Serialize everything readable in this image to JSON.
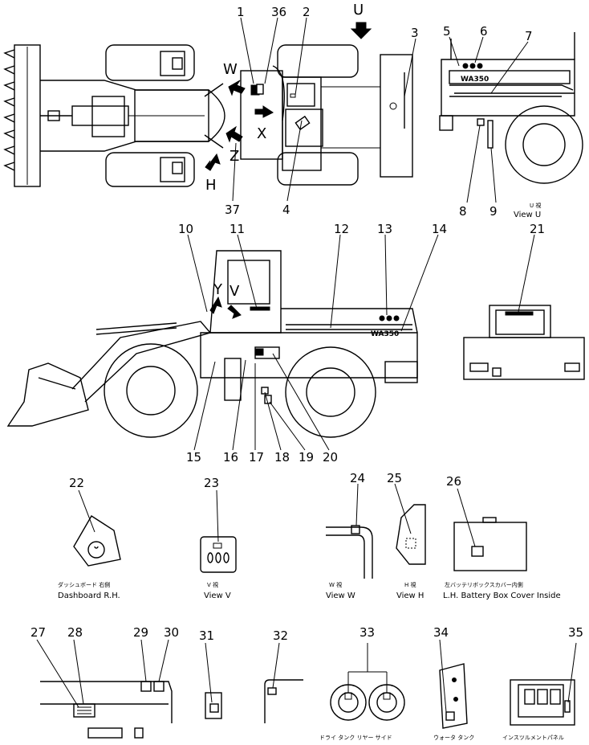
{
  "colors": {
    "ink": "#000000",
    "paper": "#ffffff"
  },
  "callouts": [
    {
      "id": "1",
      "label": "1"
    },
    {
      "id": "2",
      "label": "2"
    },
    {
      "id": "3",
      "label": "3"
    },
    {
      "id": "4",
      "label": "4"
    },
    {
      "id": "5",
      "label": "5"
    },
    {
      "id": "6",
      "label": "6"
    },
    {
      "id": "7",
      "label": "7"
    },
    {
      "id": "8",
      "label": "8"
    },
    {
      "id": "9",
      "label": "9"
    },
    {
      "id": "10",
      "label": "10"
    },
    {
      "id": "11",
      "label": "11"
    },
    {
      "id": "12",
      "label": "12"
    },
    {
      "id": "13",
      "label": "13"
    },
    {
      "id": "14",
      "label": "14"
    },
    {
      "id": "15",
      "label": "15"
    },
    {
      "id": "16",
      "label": "16"
    },
    {
      "id": "17",
      "label": "17"
    },
    {
      "id": "18",
      "label": "18"
    },
    {
      "id": "19",
      "label": "19"
    },
    {
      "id": "20",
      "label": "20"
    },
    {
      "id": "21",
      "label": "21"
    },
    {
      "id": "22",
      "label": "22"
    },
    {
      "id": "23",
      "label": "23"
    },
    {
      "id": "24",
      "label": "24"
    },
    {
      "id": "25",
      "label": "25"
    },
    {
      "id": "26",
      "label": "26"
    },
    {
      "id": "27",
      "label": "27"
    },
    {
      "id": "28",
      "label": "28"
    },
    {
      "id": "29",
      "label": "29"
    },
    {
      "id": "30",
      "label": "30"
    },
    {
      "id": "31",
      "label": "31"
    },
    {
      "id": "32",
      "label": "32"
    },
    {
      "id": "33",
      "label": "33"
    },
    {
      "id": "34",
      "label": "34"
    },
    {
      "id": "35",
      "label": "35"
    },
    {
      "id": "36",
      "label": "36"
    },
    {
      "id": "37",
      "label": "37"
    }
  ],
  "view_letters": {
    "U": "U",
    "W": "W",
    "X": "X",
    "Z": "Z",
    "H": "H",
    "Y": "Y",
    "V": "V"
  },
  "model_badge": "WA350",
  "captions": {
    "view_u_jp": "U 視",
    "view_u": "View U",
    "dashboard_jp": "ダッシュボード 右側",
    "dashboard": "Dashboard R.H.",
    "view_v_jp": "V 視",
    "view_v": "View V",
    "view_w_jp": "W 視",
    "view_w": "View W",
    "view_h_jp": "H 視",
    "view_h": "View H",
    "battery_jp": "左バッテリボックスカバー内側",
    "battery": "L.H. Battery Box Cover Inside",
    "tank_jp": "ドライ タンク リヤー サイド",
    "water_tank_jp": "ウォータ タンク",
    "panel_jp": "インスツルメントパネル"
  }
}
